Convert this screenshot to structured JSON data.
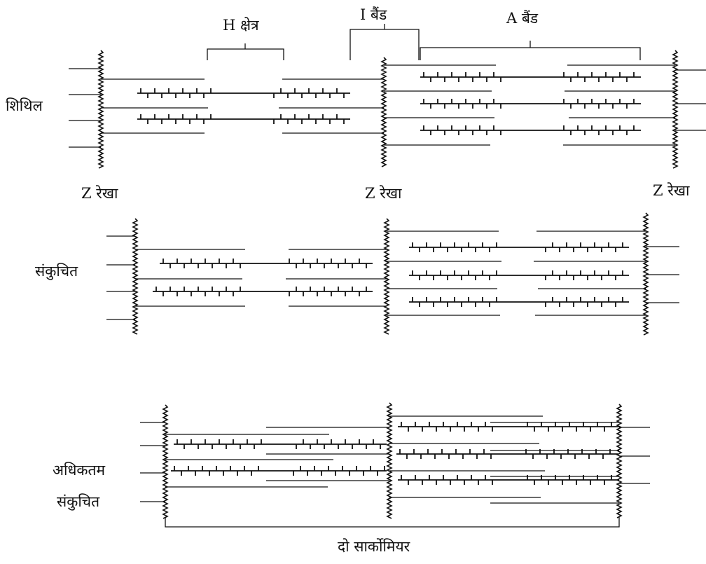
{
  "labels": {
    "h_zone": "H क्षेत्र",
    "i_band": "I बैंड",
    "a_band": "A बैंड",
    "z_line": "Z रेखा",
    "relaxed": "शिथिल",
    "contracted": "संकुचित",
    "max_1": "अधिकतम",
    "max_2": "संकुचित",
    "two_sarcomeres": "दो सार्कोमियर"
  }
}
